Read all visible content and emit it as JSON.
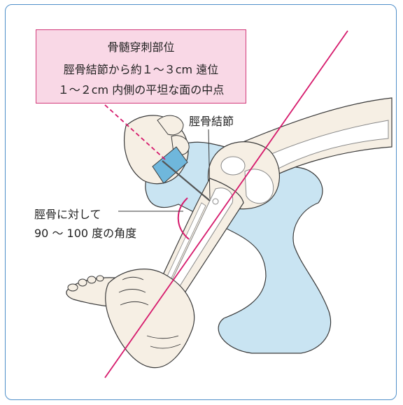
{
  "callout": {
    "title": "骨髄穿刺部位",
    "line1": "脛骨結節から約１～３cm 遠位",
    "line2": "１～２cm 内側の平坦な面の中点"
  },
  "labels": {
    "tibial_tuberosity": "脛骨結節",
    "angle_line1": "脛骨に対して",
    "angle_line2": "90 ～ 100 度の角度"
  },
  "colors": {
    "frame": "#4f8fc9",
    "accent": "#d61a6c",
    "callout_fill": "#f9d8e6",
    "skin": "#f6efe4",
    "pad": "#c9e4f2",
    "tape": "#6fb7dc"
  }
}
